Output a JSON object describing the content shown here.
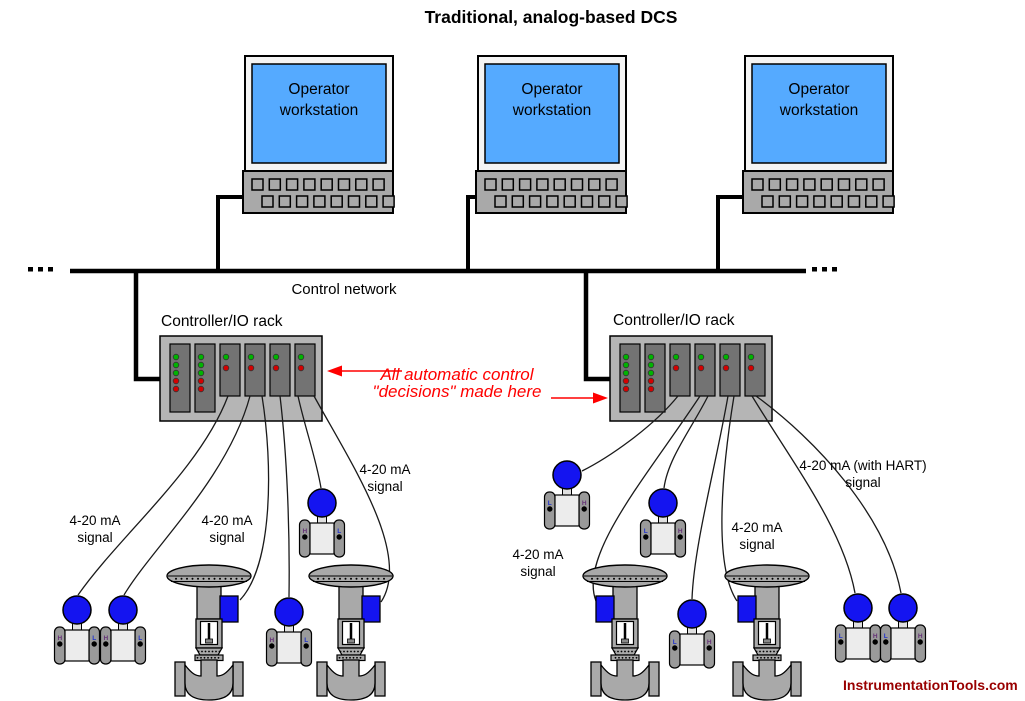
{
  "title": "Traditional, analog-based DCS",
  "colors": {
    "screen-blue": "#55aaff",
    "instrument-blue": "#1414f0",
    "annotation-red": "#ff0000",
    "watermark-red": "#990000",
    "led-green": "#00b400",
    "led-red": "#d40000",
    "port-l-color": "#2233cc",
    "port-h-color": "#663377"
  },
  "workstations": [
    {
      "label": "Operator workstation"
    },
    {
      "label": "Operator workstation"
    },
    {
      "label": "Operator workstation"
    }
  ],
  "network": {
    "label": "Control network"
  },
  "racks": [
    {
      "label": "Controller/IO rack"
    },
    {
      "label": "Controller/IO rack"
    }
  ],
  "annotation": {
    "line1": "All automatic control",
    "line2": "\"decisions\" made here"
  },
  "signal_labels": [
    {
      "line1": "4-20 mA",
      "line2": "signal"
    },
    {
      "line1": "4-20 mA",
      "line2": "signal"
    },
    {
      "line1": "4-20 mA",
      "line2": "signal"
    },
    {
      "line1": "4-20 mA",
      "line2": "signal"
    },
    {
      "line1": "4-20 mA",
      "line2": "signal"
    },
    {
      "line1": "4-20 mA (with HART)",
      "line2": "signal"
    }
  ],
  "ports": {
    "left_group": [
      "H",
      "L"
    ],
    "right_group": [
      "L",
      "H"
    ]
  },
  "watermark": "InstrumentationTools.com"
}
